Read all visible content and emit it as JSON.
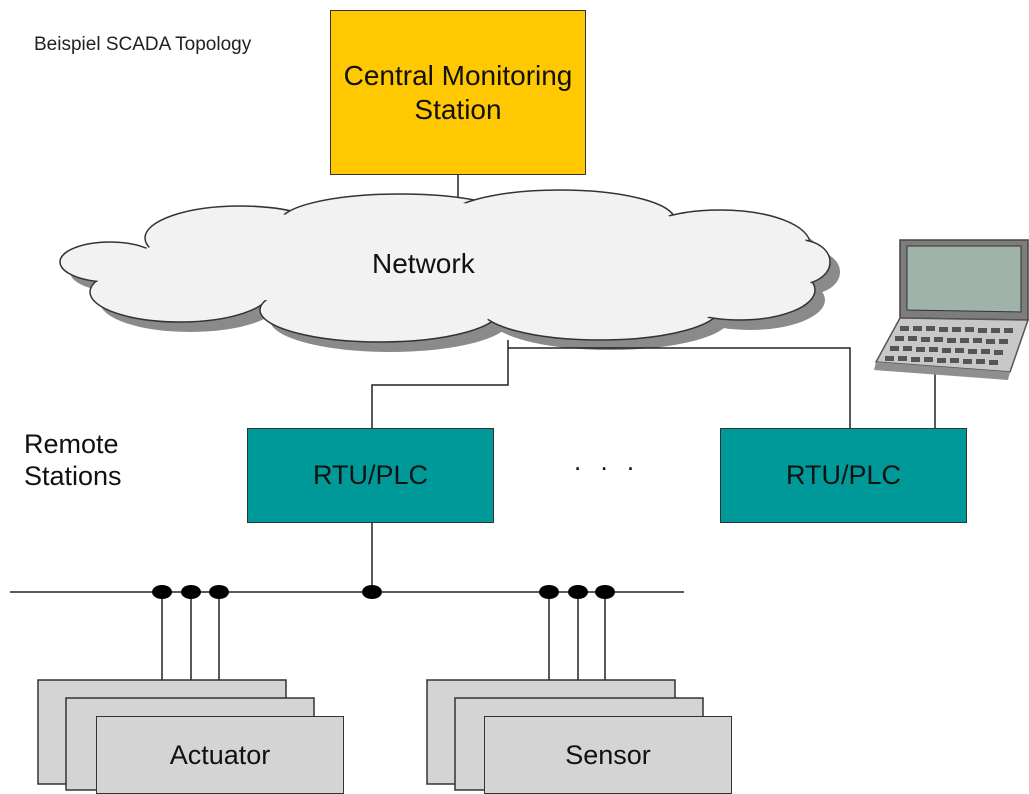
{
  "caption": "Beispiel SCADA Topology",
  "central_station": {
    "label": "Central Monitoring Station",
    "color": "#ffc800"
  },
  "network": {
    "label": "Network"
  },
  "remote_stations_label": "Remote Stations",
  "rtu_nodes": [
    {
      "label": "RTU/PLC"
    },
    {
      "label": "RTU/PLC"
    }
  ],
  "ellipsis": ". . .",
  "rtu_color": "#009999",
  "field_devices": {
    "actuator": "Actuator",
    "sensor": "Sensor",
    "color": "#d4d4d4"
  },
  "icons": {
    "laptop": "handheld-computer-icon"
  }
}
